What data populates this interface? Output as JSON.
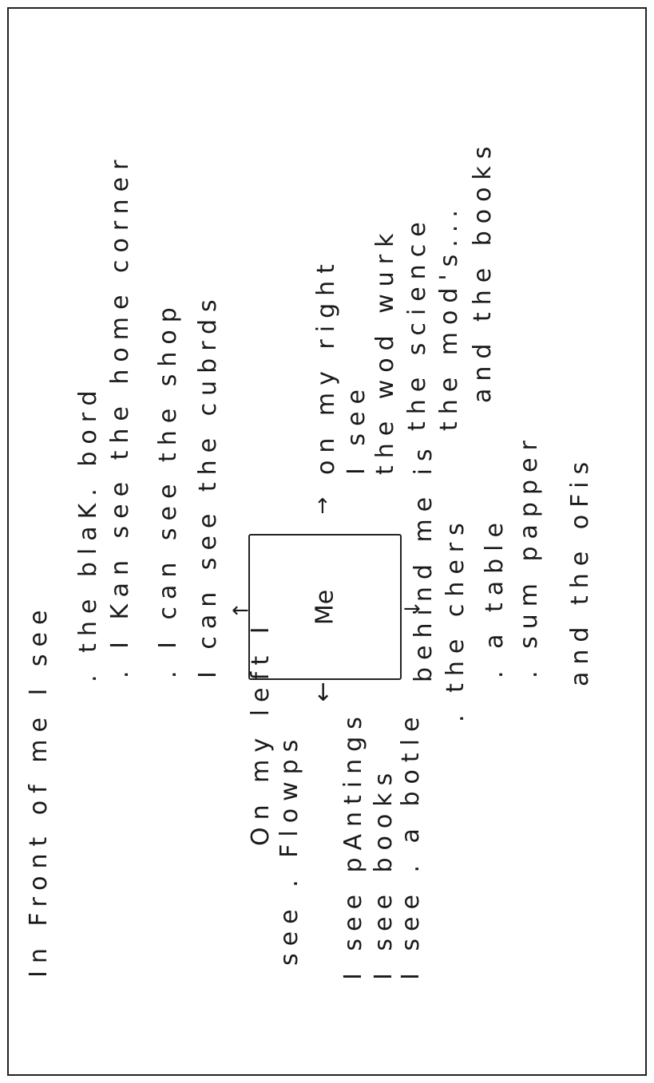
{
  "front": {
    "line1": "In Front of me I see",
    "line2": ". the blaK. bord",
    "line3": ". I Kan see the home corner",
    "line4": ". I can see the shop",
    "line5": "I can see the cubrds"
  },
  "right": {
    "line1": "on my right",
    "line2": "I see",
    "line3": "the wod wurk",
    "line4": "the science",
    "line5": "the mod's...",
    "line6": "and the books"
  },
  "left": {
    "line1": "On my left I",
    "line2": "see . Flowps",
    "line3": "I see pAntings",
    "line4": "I see books",
    "line5": "I see . a botle"
  },
  "behind": {
    "line1": "behind me is",
    "line2": ". the chers",
    "line3": ". a table",
    "line4": ". sum papper",
    "line5": "and the oFis"
  },
  "center": {
    "label": "Me"
  }
}
